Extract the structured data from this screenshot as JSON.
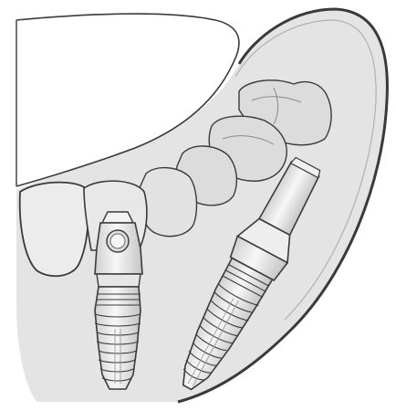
{
  "figure": {
    "subject": "dental-implants-illustration",
    "colors": {
      "background": "#ffffff",
      "jaw_fill": "#e4e4e4",
      "jaw_fill_shadow": "#d6d6d6",
      "outline": "#3a3a3a",
      "outline_light": "#8a8a8a",
      "implant_fill": "#f4f4f4",
      "implant_shade": "#c8c8c8"
    },
    "icons": {
      "left_implant": "straight-implant-with-healing-abutment",
      "right_implant": "angled-implant-with-abutment"
    }
  }
}
